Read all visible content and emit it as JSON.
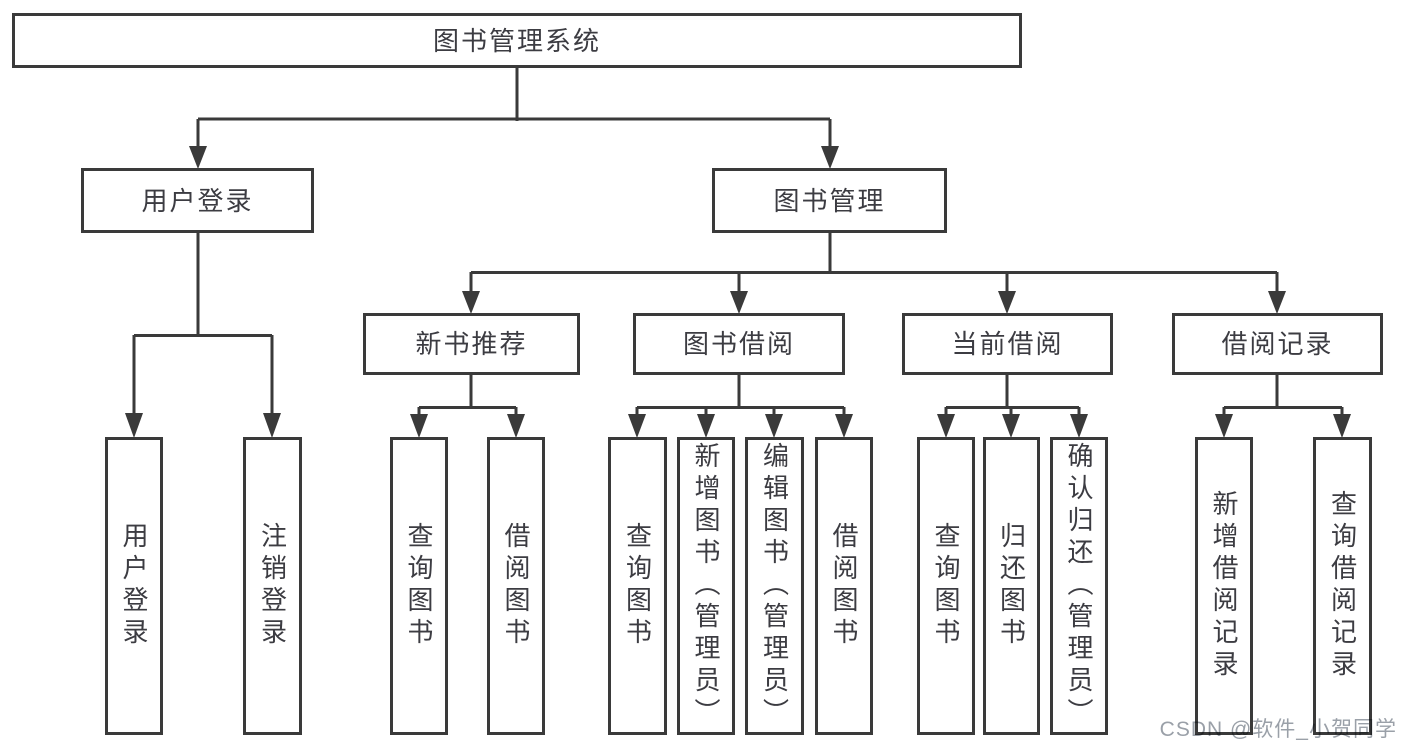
{
  "diagram_type": "hierarchy-tree",
  "colors": {
    "line": "#3a3a3a",
    "box_border": "#3a3a3a",
    "box_fill": "#ffffff",
    "text": "#3c3c42",
    "watermark": "#9aa0a8"
  },
  "tree": {
    "root": {
      "label": "图书管理系统",
      "children": [
        {
          "label": "用户登录",
          "children": [
            {
              "label": "用户登录"
            },
            {
              "label": "注销登录"
            }
          ]
        },
        {
          "label": "图书管理",
          "children": [
            {
              "label": "新书推荐",
              "children": [
                {
                  "label": "查询图书"
                },
                {
                  "label": "借阅图书"
                }
              ]
            },
            {
              "label": "图书借阅",
              "children": [
                {
                  "label": "查询图书"
                },
                {
                  "label": "新增图书（管理员）"
                },
                {
                  "label": "编辑图书（管理员）"
                },
                {
                  "label": "借阅图书"
                }
              ]
            },
            {
              "label": "当前借阅",
              "children": [
                {
                  "label": "查询图书"
                },
                {
                  "label": "归还图书"
                },
                {
                  "label": "确认归还（管理员）"
                }
              ]
            },
            {
              "label": "借阅记录",
              "children": [
                {
                  "label": "新增借阅记录"
                },
                {
                  "label": "查询借阅记录"
                }
              ]
            }
          ]
        }
      ]
    }
  },
  "watermark": {
    "text": "CSDN @软件_小贺同学"
  }
}
